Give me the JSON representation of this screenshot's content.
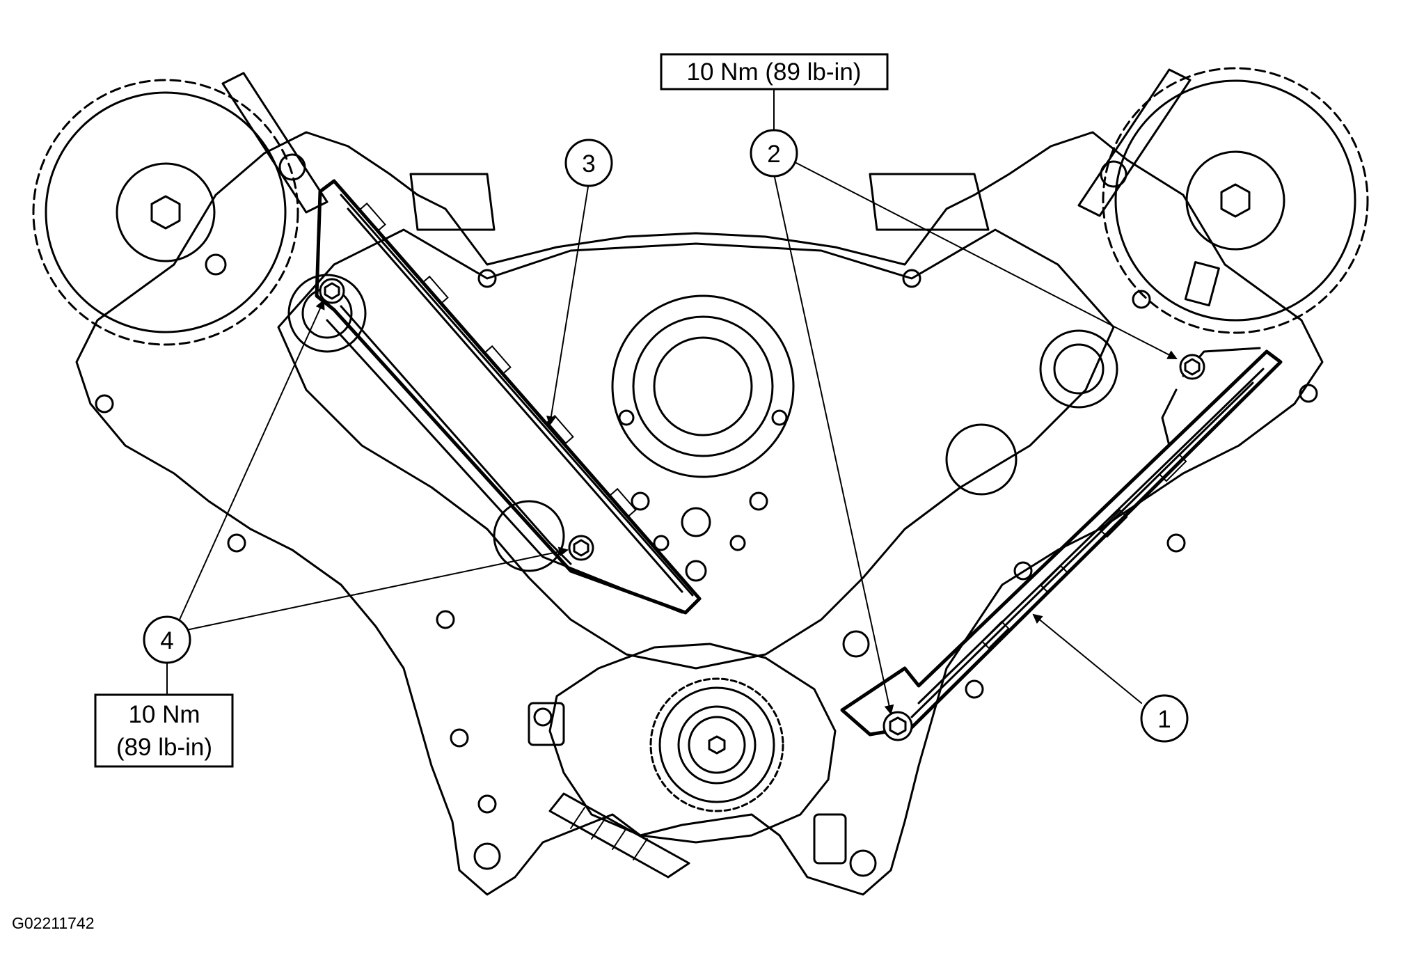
{
  "callouts": {
    "c1": "1",
    "c2": "2",
    "c3": "3",
    "c4": "4"
  },
  "torque": {
    "top_spec": "10 Nm (89 lb-in)",
    "left_spec_line1": "10 Nm",
    "left_spec_line2": "(89 lb-in)"
  },
  "figure_code": "G02211742",
  "icons": {
    "left_cam_sprocket": "sprocket-icon",
    "right_cam_sprocket": "sprocket-icon",
    "crank_sprocket": "gear-icon",
    "bolts": "bolt-icon"
  },
  "colors": {
    "line": "#000000",
    "background": "#ffffff"
  }
}
